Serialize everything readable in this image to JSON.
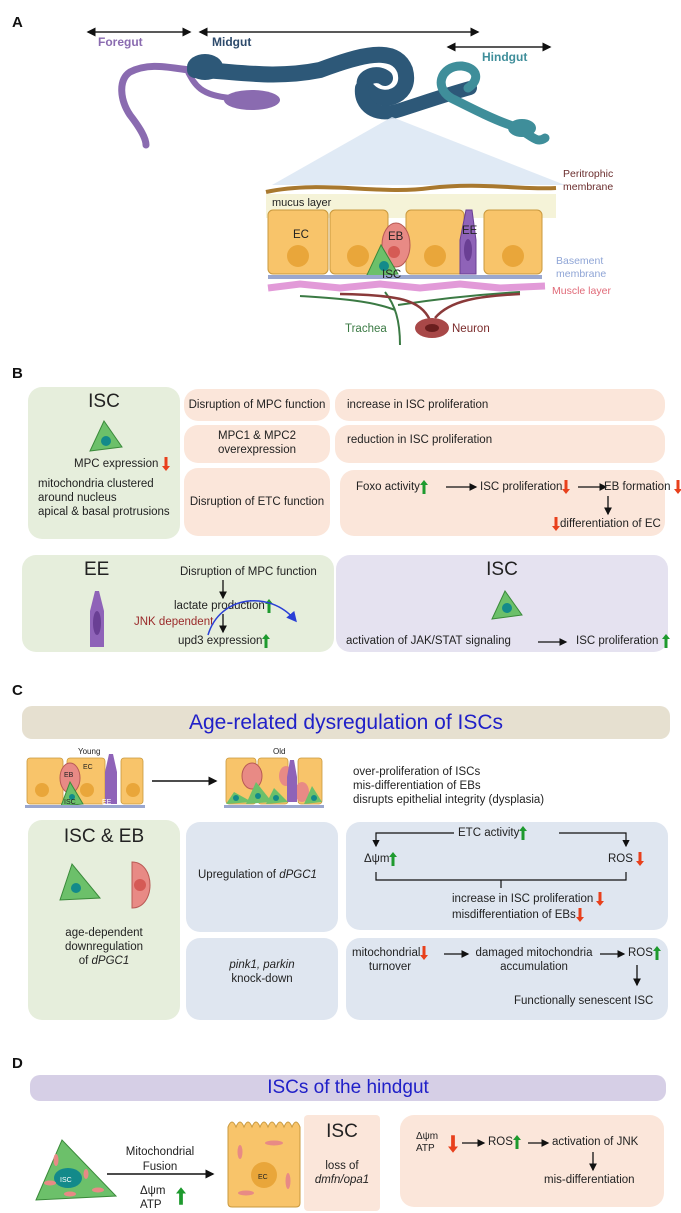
{
  "panels": {
    "A": {
      "letter": "A",
      "regions": {
        "foregut": "Foregut",
        "midgut": "Midgut",
        "hindgut": "Hindgut"
      },
      "tissue_labels": {
        "peritrophic": "Peritrophic",
        "peritrophic2": "membrane",
        "mucus": "mucus layer",
        "ec": "EC",
        "eb": "EB",
        "ee": "EE",
        "isc": "ISC",
        "basement": "Basement",
        "basement2": "membrane",
        "muscle": "Muscle layer",
        "trachea": "Trachea",
        "neuron": "Neuron"
      },
      "colors": {
        "foregut": "#8a6bb0",
        "midgut": "#2d5878",
        "hindgut": "#3f8e9a",
        "muscle_label": "#e06a78",
        "basement_label": "#8fa5d6",
        "peritrophic_label": "#6b2e2e",
        "trachea_label": "#3b7a44",
        "neuron_label": "#7a2a2a"
      }
    },
    "B": {
      "letter": "B",
      "isc_box": {
        "title": "ISC",
        "mpc": "MPC expression",
        "lines": [
          "mitochondria clustered",
          "around nucleus",
          "apical & basal protrusions"
        ]
      },
      "conditions": [
        "Disruption of MPC function",
        "MPC1 & MPC2",
        "overexpression",
        "Disruption of ETC function"
      ],
      "outcomes": {
        "row1": "increase in ISC proliferation",
        "row2": "reduction in ISC proliferation",
        "foxo": "Foxo activity",
        "isc_prolif": "ISC proliferation",
        "eb_form": "EB formation",
        "diff_ec": "differentiation of EC"
      },
      "ee_box": {
        "title": "EE",
        "step1": "Disruption of MPC function",
        "step2": "lactate production",
        "jnk": "JNK dependent",
        "step3": "upd3 expression"
      },
      "isc_box2": {
        "title": "ISC",
        "jak": "activation of JAK/STAT signaling",
        "prolif": "ISC proliferation"
      }
    },
    "C": {
      "letter": "C",
      "banner": "Age-related dysregulation of ISCs",
      "young": "Young",
      "old": "Old",
      "cell_labels": {
        "eb": "EB",
        "ec": "EC",
        "isc": "ISC",
        "ee": "EE"
      },
      "effects": [
        "over-proliferation of ISCs",
        "mis-differentiation of EBs",
        "disrupts epithelial integrity (dysplasia)"
      ],
      "isc_eb_box": {
        "title": "ISC & EB",
        "line1": "age-dependent",
        "line2": "downregulation",
        "line3_prefix": "of ",
        "line3_gene": "dPGC1"
      },
      "upreg": {
        "prefix": "Upregulation of ",
        "gene": "dPGC1"
      },
      "knockdown": {
        "genes": "pink1, parkin",
        "label": "knock-down"
      },
      "etc": {
        "etc_activity": "ETC activity",
        "dpsi": "Δψm",
        "ros": "ROS",
        "out1": "increase in ISC proliferation",
        "out2": "misdifferentiation of EBs"
      },
      "mito": {
        "turnover1": "mitochondrial",
        "turnover2": "turnover",
        "damaged1": "damaged mitochondria",
        "damaged2": "accumulation",
        "ros": "ROS",
        "senescent": "Functionally senescent ISC"
      }
    },
    "D": {
      "letter": "D",
      "banner": "ISCs of the hindgut",
      "isc_label": "ISC",
      "fusion1": "Mitochondrial",
      "fusion2": "Fusion",
      "dpsi": "Δψm",
      "atp": "ATP",
      "ec_label": "EC",
      "isc_box": {
        "title": "ISC",
        "line1": "loss of",
        "gene": "dmfn/opa1"
      },
      "cascade": {
        "dpsi": "Δψm",
        "atp": "ATP",
        "ros": "ROS",
        "jnk": "activation of JNK",
        "misdiff": "mis-differentiation"
      }
    }
  },
  "colors": {
    "up_arrow": "#1e9a2e",
    "down_arrow": "#e8401c",
    "banner_text": "#2020c8",
    "box_green": "#e6eedc",
    "box_peach": "#fbe6da",
    "box_lavender": "#e5e2f0",
    "box_blue": "#dfe6f0",
    "banner_C": "#e6e0d0",
    "banner_D": "#d6cfe6"
  }
}
